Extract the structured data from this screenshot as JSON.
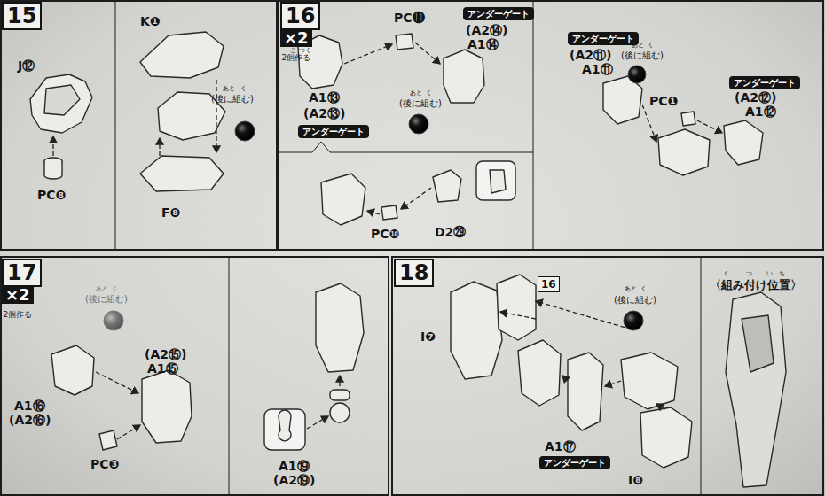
{
  "diagram": {
    "nodes": [
      {
        "text": [
          "15"
        ]
      },
      {
        "text": [
          "16"
        ]
      },
      {
        "text": [
          "×2",
          "2個作る"
        ]
      },
      {
        "text": [
          "アンダーゲート"
        ]
      },
      {
        "text": [
          "アンダーゲート"
        ]
      },
      {
        "text": [
          "アンダーゲート"
        ]
      },
      {
        "text": [
          "アンダーゲート"
        ]
      },
      {
        "text": [
          "17"
        ]
      },
      {
        "text": [
          "×2",
          "2個作る"
        ]
      },
      {
        "text": [
          "18"
        ]
      },
      {
        "text": [
          "アンダーゲート"
        ]
      },
      {
        "text": [
          "16"
        ]
      }
    ],
    "labels": [
      "K❶",
      "J⑫",
      "PC❽",
      "F❽",
      "あと",
      "く",
      "(後に組む)",
      "こ",
      "つく",
      "PC⓫",
      "(A2⑭)",
      "A1⑭",
      "A1⑬",
      "(A2⑬)",
      "あと",
      "く",
      "(後に組む)",
      "PC❿",
      "D2㉙",
      "(A2⑪)",
      "A1⑪",
      "あと",
      "く",
      "(後に組む)",
      "PC❶",
      "(A2⑫)",
      "A1⑫",
      "あと",
      "く",
      "(後に組む)",
      "(A2⑮)",
      "A1⑮",
      "A1⑯",
      "(A2⑯)",
      "PC❸",
      "A1⑲",
      "(A2⑲)",
      "I❼",
      "あと",
      "く",
      "(後に組む)",
      "A1⑰",
      "I❽",
      "く",
      "つ",
      "い",
      "ち",
      "〈組み付け位置〉"
    ]
  }
}
